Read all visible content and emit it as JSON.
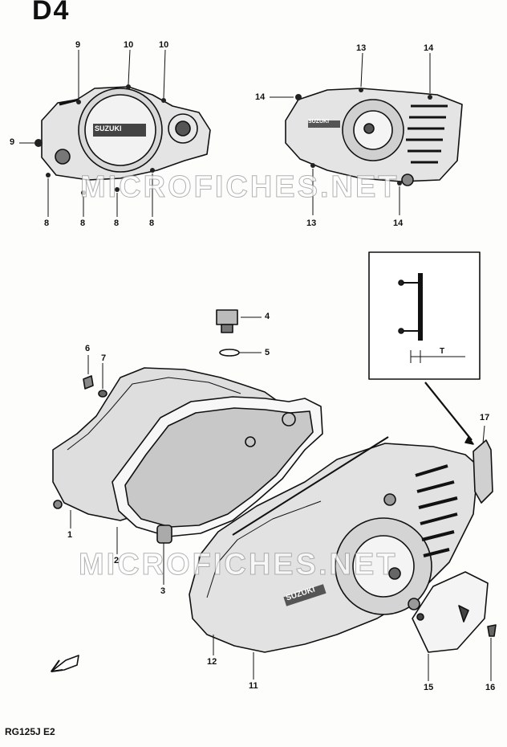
{
  "page_code": "D4",
  "footer_model": "RG125J E2",
  "watermark": "MICROFICHES.NET",
  "brand_logo": "SUZUKI",
  "inset_dimension_label": "T",
  "callouts": [
    "1",
    "2",
    "3",
    "4",
    "5",
    "6",
    "7",
    "8",
    "8",
    "8",
    "8",
    "9",
    "9",
    "10",
    "10",
    "11",
    "12",
    "13",
    "13",
    "14",
    "14",
    "14",
    "15",
    "16",
    "17"
  ]
}
